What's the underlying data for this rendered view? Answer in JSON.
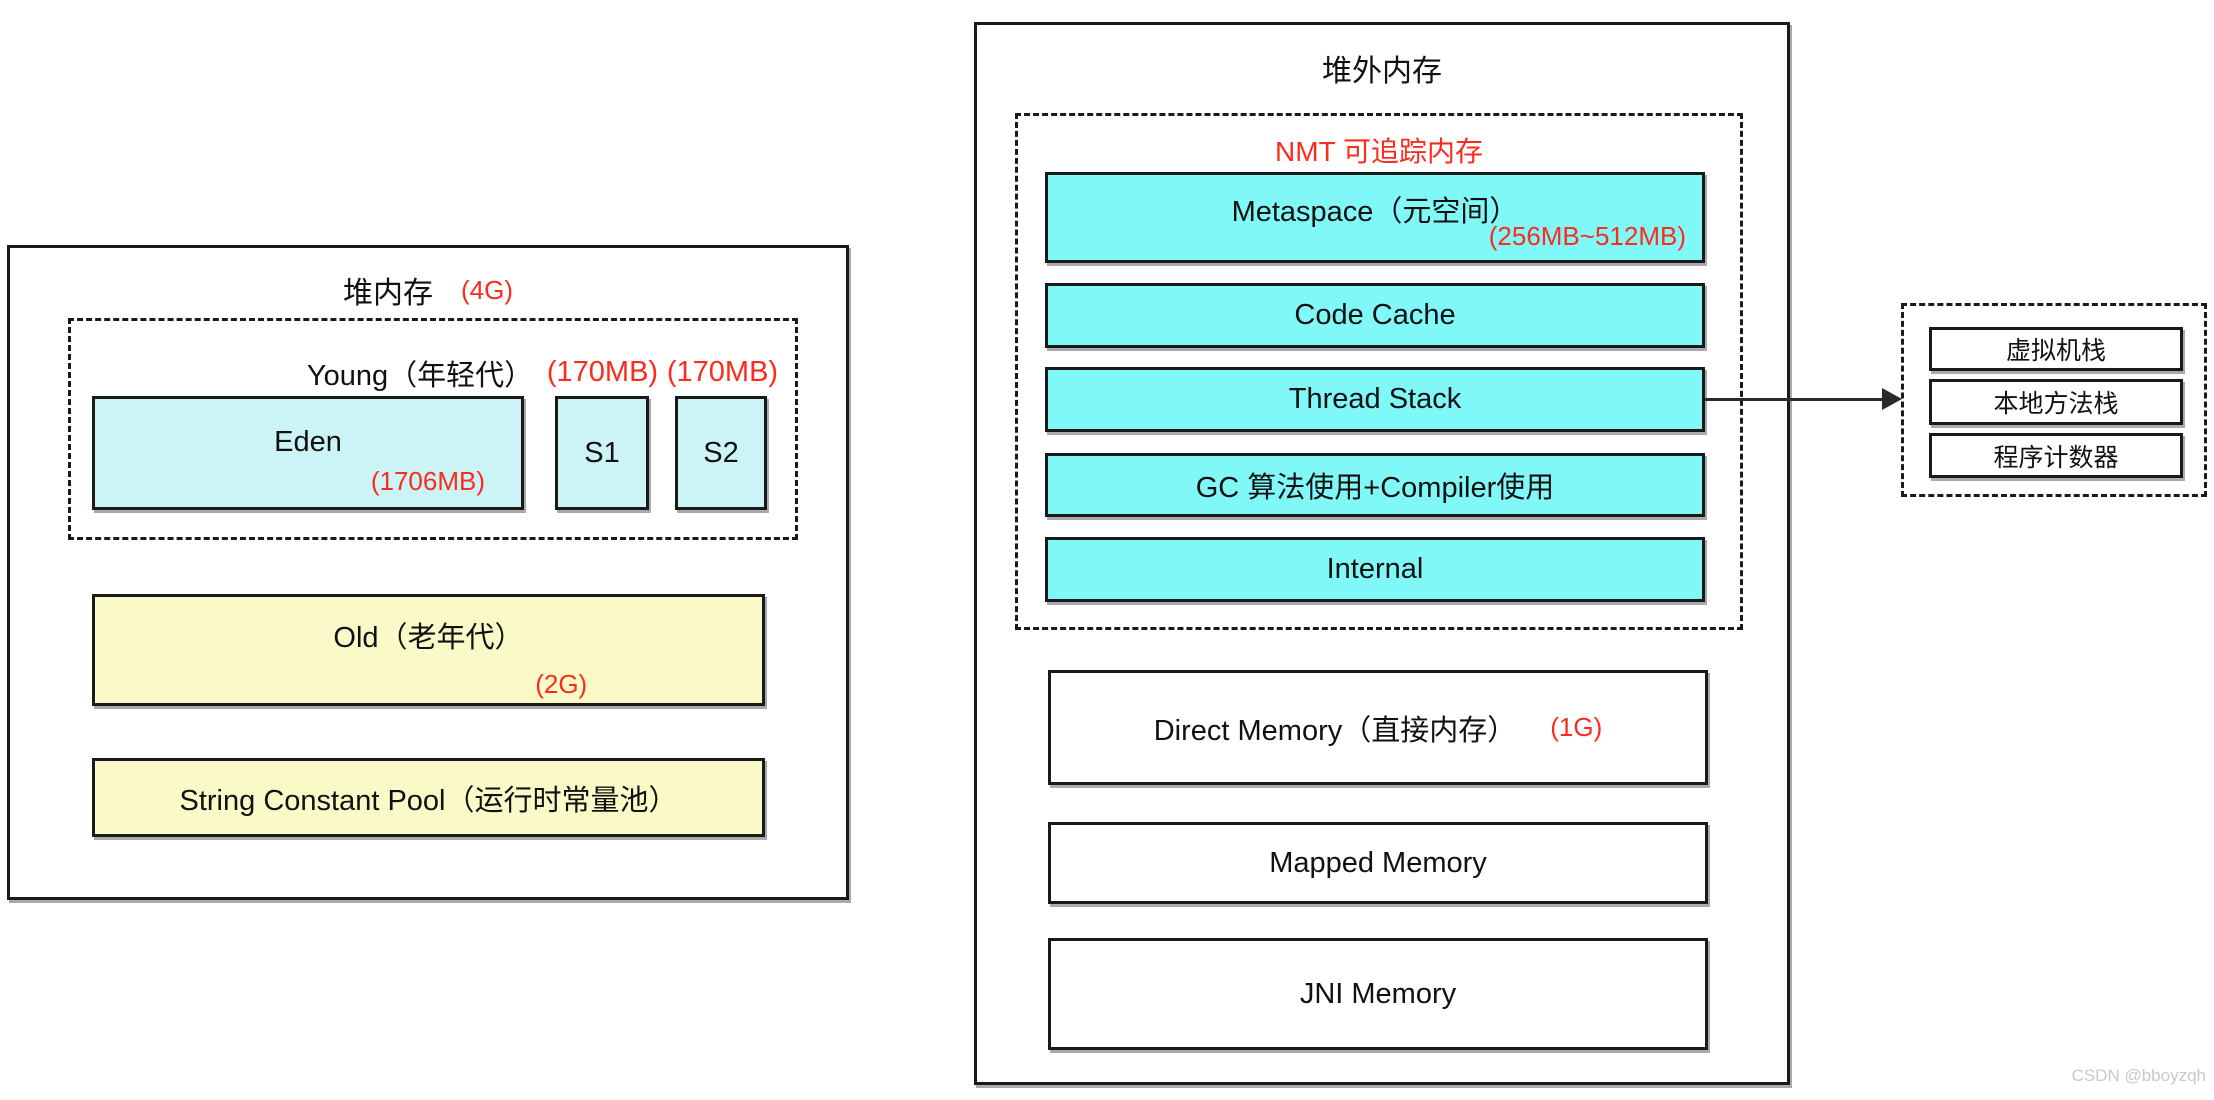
{
  "heap": {
    "title": "堆内存",
    "size": "(4G)",
    "young": {
      "label": "Young（年轻代）",
      "s1_size": "(170MB)",
      "s2_size": "(170MB)",
      "eden": {
        "label": "Eden",
        "size": "(1706MB)"
      },
      "s1": {
        "label": "S1"
      },
      "s2": {
        "label": "S2"
      }
    },
    "old": {
      "label": "Old（老年代）",
      "size": "(2G)"
    },
    "string_pool": {
      "label": "String Constant Pool（运行时常量池）"
    }
  },
  "offheap": {
    "title": "堆外内存",
    "nmt": {
      "label": "NMT 可追踪内存",
      "rows": [
        {
          "label": "Metaspace（元空间）",
          "size": "(256MB~512MB)"
        },
        {
          "label": "Code Cache"
        },
        {
          "label": "Thread Stack"
        },
        {
          "label": "GC 算法使用+Compiler使用"
        },
        {
          "label": "Internal"
        }
      ]
    },
    "rows": [
      {
        "label": "Direct Memory（直接内存）",
        "size": "(1G)"
      },
      {
        "label": "Mapped Memory"
      },
      {
        "label": "JNI Memory"
      }
    ]
  },
  "thread_stack_detail": {
    "items": [
      {
        "label": "虚拟机栈"
      },
      {
        "label": "本地方法栈"
      },
      {
        "label": "程序计数器"
      }
    ]
  },
  "watermark": "CSDN @bboyzqh",
  "colors": {
    "accent_red": "#fb2c1d",
    "cyan_bright": "#80f8f8",
    "cyan_pale": "#ccf4f6",
    "yellow_pale": "#fafac8"
  }
}
